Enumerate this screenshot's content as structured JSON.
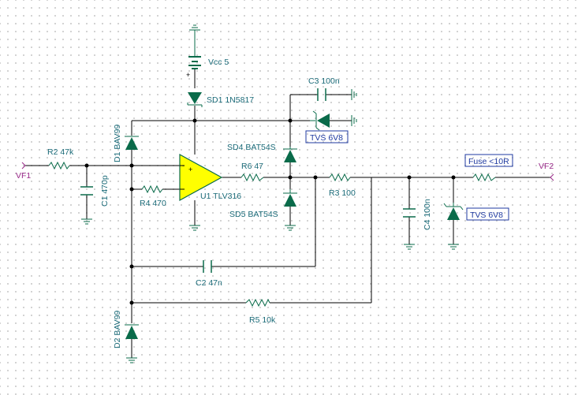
{
  "labels": {
    "vcc": "Vcc 5",
    "sd1": "SD1 1N5817",
    "c3": "C3 100n",
    "d1": "D1 BAV99",
    "sd4": "SD4 BAT54S",
    "tvs1": "TVS 6V8",
    "r2": "R2 47k",
    "vf1": "VF1",
    "c1": "C1 470p",
    "r4": "R4 470",
    "u1": "U1 TLV316",
    "r6": "R6 47",
    "sd5": "SD5 BAT54S",
    "r3": "R3 100",
    "fuse": "Fuse <10R",
    "vf2": "VF2",
    "c4": "C4 100n",
    "tvs2": "TVS 6V8",
    "c2": "C2 47n",
    "r5": "R5 10k",
    "d2": "D2 BAV99",
    "plus_battery": "+",
    "plus_opamp": "+",
    "minus_opamp": "-"
  },
  "colors": {
    "wire": "#000000",
    "component": "#0a6b4a",
    "label": "#1a6a78",
    "box_label": "#1f3aa0",
    "port": "#9a2a8a",
    "opamp_fill": "#ffff00"
  }
}
